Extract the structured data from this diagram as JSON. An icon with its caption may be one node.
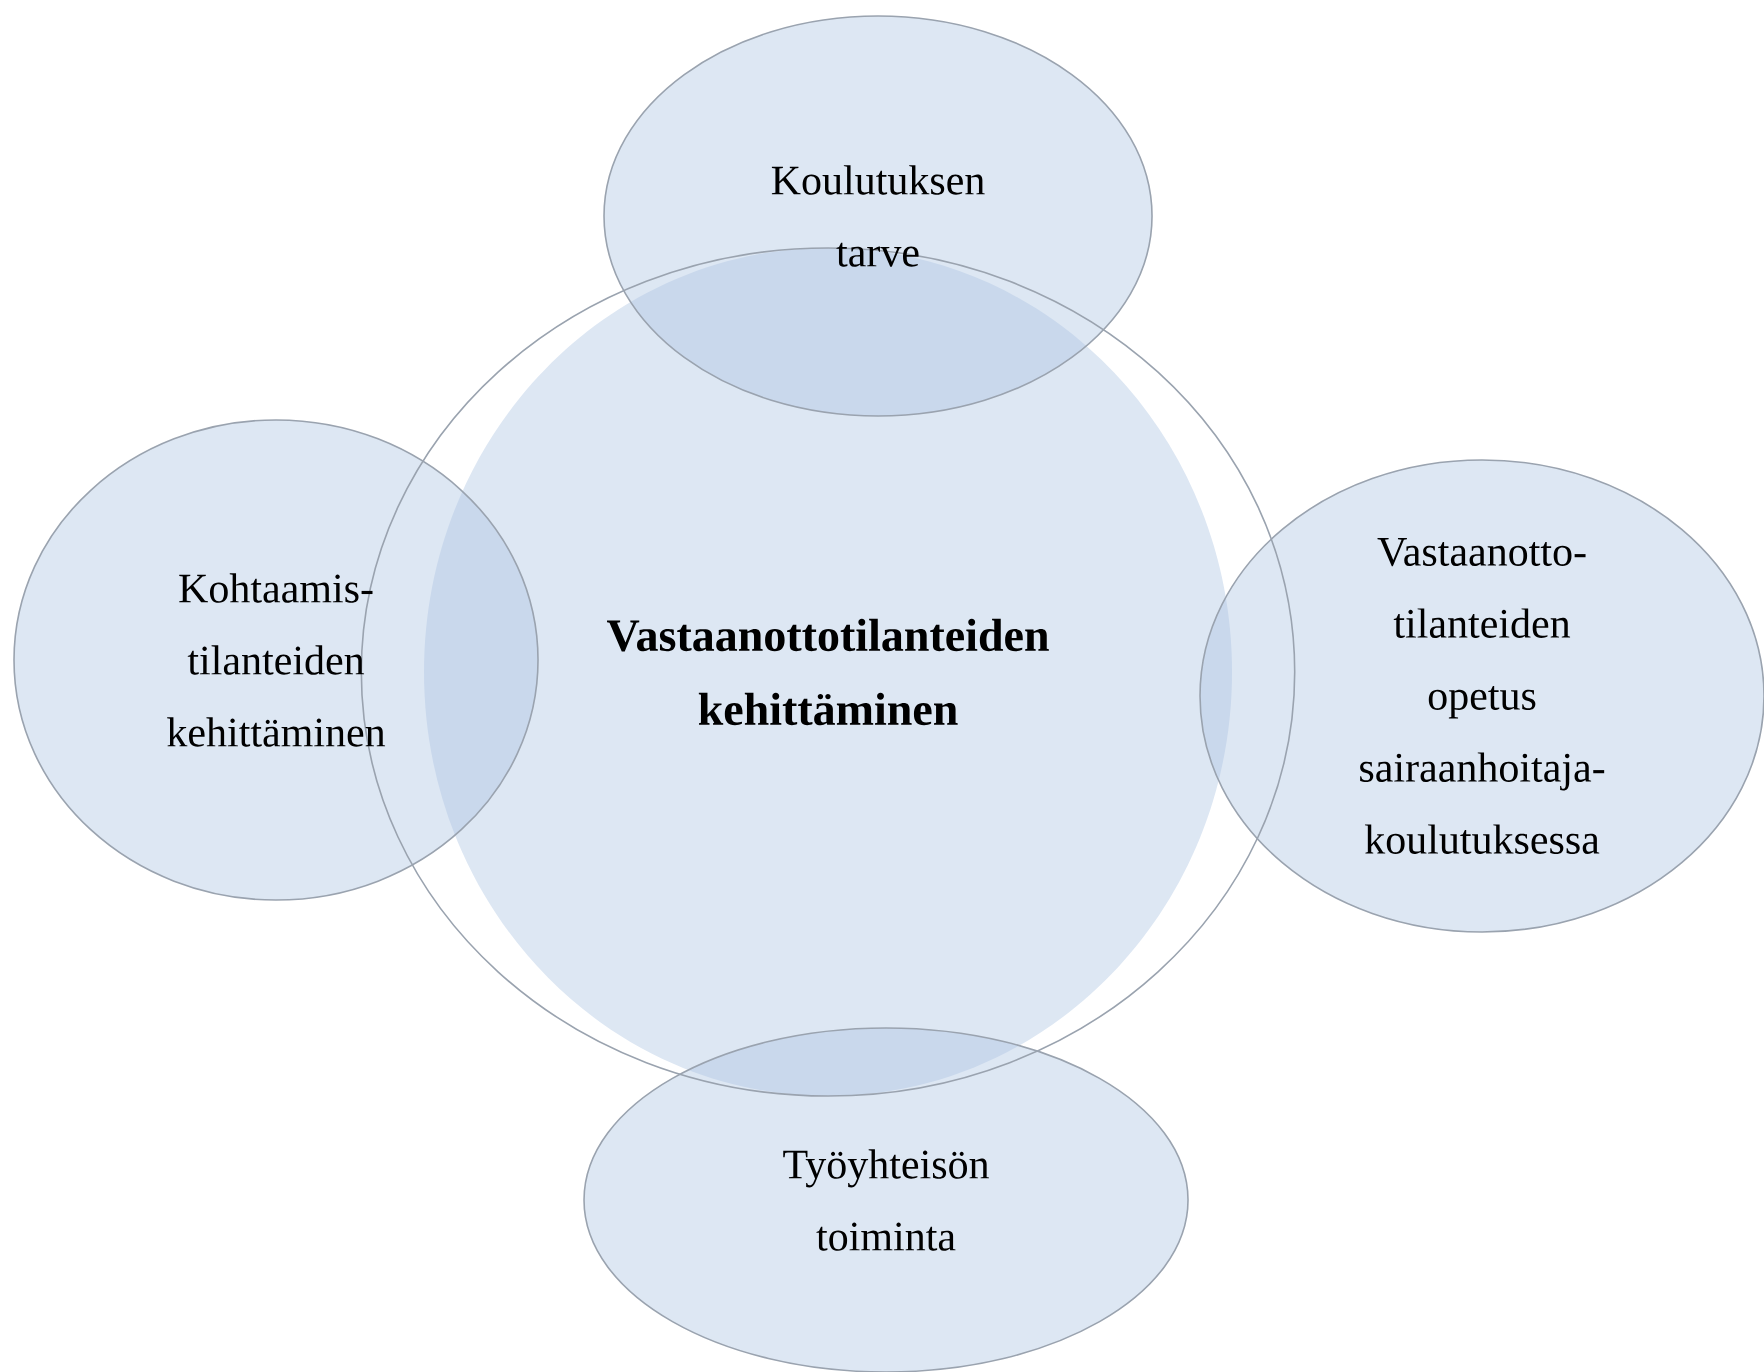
{
  "diagram": {
    "nodes": [
      {
        "text": [
          "Vastaanottotilanteiden kehittäminen"
        ]
      },
      {
        "text": [
          "Koulutuksen tarve"
        ]
      },
      {
        "text": [
          "Kohtaamis- tilanteiden kehittäminen"
        ]
      },
      {
        "text": [
          "Vastaanotto- tilanteiden opetus sairaanhoitaja- koulutuksessa"
        ]
      },
      {
        "text": [
          "Työyhteisön toiminta"
        ]
      }
    ]
  }
}
